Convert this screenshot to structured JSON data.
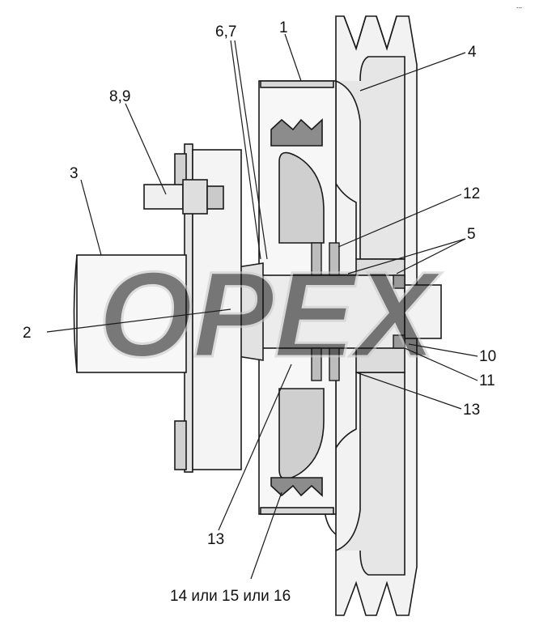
{
  "diagram": {
    "callouts": {
      "c1": "1",
      "c2": "2",
      "c3": "3",
      "c4": "4",
      "c5": "5",
      "c67": "6,7",
      "c89": "8,9",
      "c10": "10",
      "c11": "11",
      "c12": "12",
      "c13_right": "13",
      "c13_bottom": "13"
    },
    "caption": "14 или 15 или 16",
    "watermark": "OPEX",
    "corner_mark": "---"
  },
  "colors": {
    "line": "#1a1a1a",
    "fill_light": "#eeeeee",
    "fill_mid": "#d4d4d4",
    "fill_dark": "#8c8c8c",
    "watermark": "#c8c8c8"
  }
}
